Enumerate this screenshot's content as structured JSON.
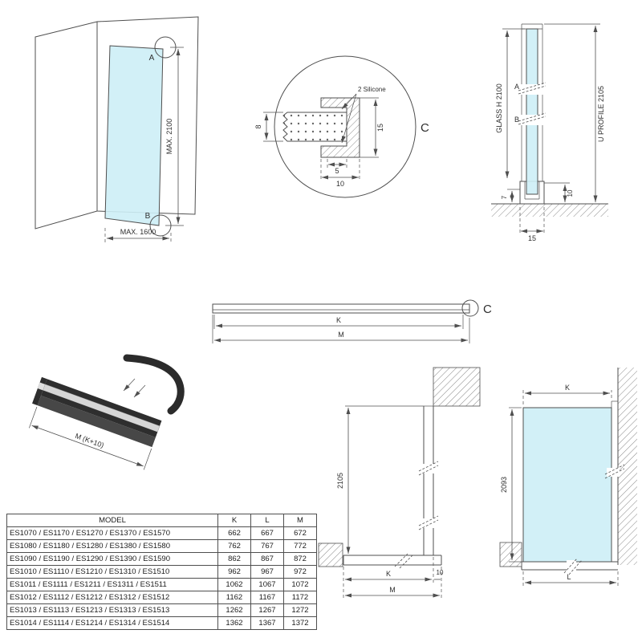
{
  "colors": {
    "glass": "#cdeef6",
    "line": "#4f4f4f",
    "dark_profile": "#2e2e2e"
  },
  "corner_view": {
    "detail_a": "A",
    "detail_b": "B",
    "max_height": "MAX. 2100",
    "max_width": "MAX. 1600"
  },
  "detail_c": {
    "label": "C",
    "silicone_label": "2 Silicone",
    "dim_glass": "8",
    "dim_height": "15",
    "dim_slot": "5",
    "dim_width": "10"
  },
  "section_view": {
    "marker_a": "A",
    "marker_b": "B",
    "glass_label": "GLASS H 2100",
    "profile_label": "U PROFILE 2105",
    "dim_7": "7",
    "dim_10": "10",
    "dim_15": "15"
  },
  "profile_plan": {
    "dim_k": "K",
    "dim_m": "M",
    "detail_label": "C"
  },
  "iso_view": {
    "dim_m": "M (K+10)"
  },
  "side_elevation": {
    "dim_height": "2105",
    "dim_k": "K",
    "dim_10": "10",
    "dim_m": "M"
  },
  "front_elevation": {
    "dim_k": "K",
    "dim_height": "2093",
    "dim_l": "L"
  },
  "model_table": {
    "headers": [
      "MODEL",
      "K",
      "L",
      "M"
    ],
    "rows": [
      {
        "model": "ES1070 / ES1170 / ES1270 / ES1370 / ES1570",
        "k": "662",
        "l": "667",
        "m": "672"
      },
      {
        "model": "ES1080 / ES1180 / ES1280 / ES1380 / ES1580",
        "k": "762",
        "l": "767",
        "m": "772"
      },
      {
        "model": "ES1090 / ES1190 / ES1290 / ES1390 / ES1590",
        "k": "862",
        "l": "867",
        "m": "872"
      },
      {
        "model": "ES1010 / ES1110 / ES1210 / ES1310 / ES1510",
        "k": "962",
        "l": "967",
        "m": "972"
      },
      {
        "model": "ES1011 / ES1111 / ES1211 / ES1311 / ES1511",
        "k": "1062",
        "l": "1067",
        "m": "1072"
      },
      {
        "model": "ES1012 / ES1112 / ES1212 / ES1312 / ES1512",
        "k": "1162",
        "l": "1167",
        "m": "1172"
      },
      {
        "model": "ES1013 / ES1113 / ES1213 / ES1313 / ES1513",
        "k": "1262",
        "l": "1267",
        "m": "1272"
      },
      {
        "model": "ES1014 / ES1114 / ES1214 / ES1314 / ES1514",
        "k": "1362",
        "l": "1367",
        "m": "1372"
      }
    ]
  }
}
